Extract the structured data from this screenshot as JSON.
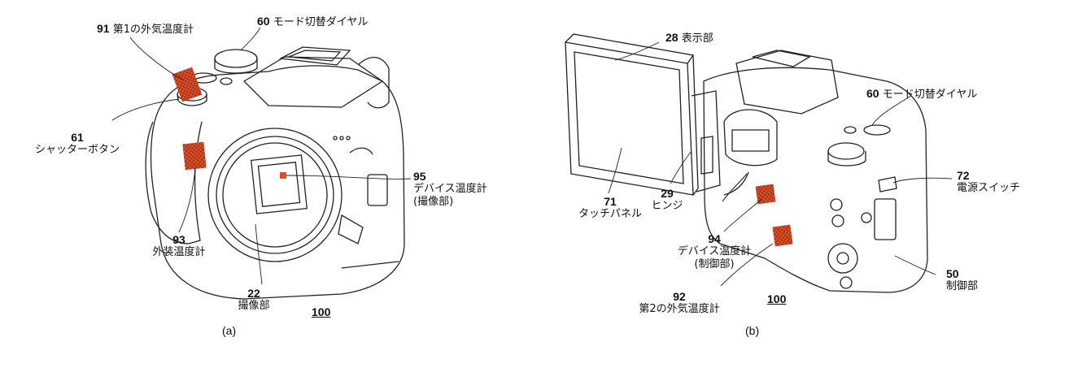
{
  "figure_a": {
    "caption": "(a)",
    "ref": "100",
    "callouts": {
      "c91": {
        "num": "91",
        "text": "第1の外気温度計"
      },
      "c60": {
        "num": "60",
        "text": "モード切替ダイヤル"
      },
      "c61": {
        "num": "61",
        "text": "シャッターボタン"
      },
      "c95": {
        "num": "95",
        "text": "デバイス温度計",
        "text2": "(撮像部)"
      },
      "c93": {
        "num": "93",
        "text": "外装温度計"
      },
      "c22": {
        "num": "22",
        "text": "撮像部"
      }
    }
  },
  "figure_b": {
    "caption": "(b)",
    "ref": "100",
    "callouts": {
      "c28": {
        "num": "28",
        "text": "表示部"
      },
      "c60": {
        "num": "60",
        "text": "モード切替ダイヤル"
      },
      "c72": {
        "num": "72",
        "text": "電源スイッチ"
      },
      "c71": {
        "num": "71",
        "text": "タッチパネル"
      },
      "c29": {
        "num": "29",
        "text": "ヒンジ"
      },
      "c94": {
        "num": "94",
        "text": "デバイス温度計",
        "text2": "(制御部)"
      },
      "c50": {
        "num": "50",
        "text": "制御部"
      },
      "c92": {
        "num": "92",
        "text": "第2の外気温度計"
      }
    }
  },
  "colors": {
    "line": "#222222",
    "sensor": "#d9532a"
  }
}
